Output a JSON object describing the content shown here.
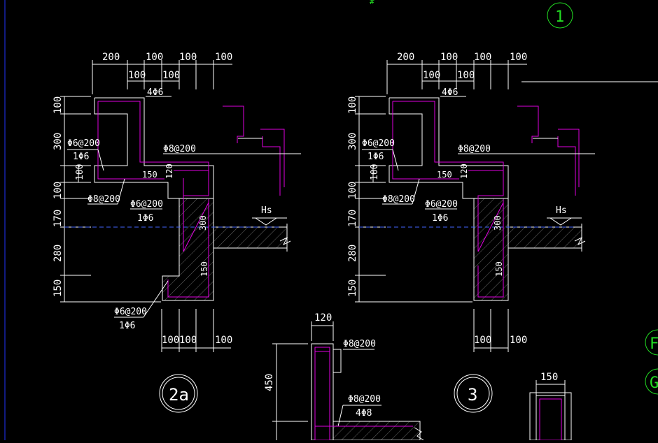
{
  "colors": {
    "background": "#000000",
    "lines": "#ffffff",
    "rebar": "#e000e0",
    "tag": "#22dd22",
    "axis": "#2233ff"
  },
  "top_mark": "#",
  "axis_tag": "1",
  "right_tags": [
    "F",
    "G"
  ],
  "detail_a": {
    "tag": "2a",
    "top_dims": [
      "200",
      "100",
      "100",
      "100"
    ],
    "top_dims2": [
      "100",
      "100"
    ],
    "left_dims": [
      "100",
      "300",
      "100",
      "170",
      "280",
      "150"
    ],
    "bottom_dims": [
      "100",
      "100",
      "100"
    ],
    "labels": {
      "four_phi6": "4Φ6",
      "phi6_200_a": "Φ6@200",
      "one_phi6_a": "1Φ6",
      "dim100": "100",
      "phi8_200_a": "Φ8@200",
      "d150": "150",
      "d120": "120",
      "phi8_200_b": "Φ8@200",
      "phi6_200_b": "Φ6@200",
      "one_phi6_b": "1Φ6",
      "hs": "Hs",
      "d300": "300",
      "d150b": "150",
      "phi6_200_c": "Φ6@200",
      "one_phi6_c": "1Φ6"
    }
  },
  "detail_b": {
    "tag": "3",
    "top_dims": [
      "200",
      "100",
      "100",
      "100"
    ],
    "top_dims2": [
      "100",
      "100"
    ],
    "left_dims": [
      "100",
      "300",
      "100",
      "170",
      "280",
      "150"
    ],
    "bottom_dims": [
      "100",
      "100"
    ],
    "labels": {
      "four_phi6": "4Φ6",
      "phi6_200_a": "Φ6@200",
      "one_phi6_a": "1Φ6",
      "dim100": "100",
      "phi8_200_a": "Φ8@200",
      "d150": "150",
      "d120": "120",
      "phi8_200_b": "Φ8@200",
      "phi6_200_b": "Φ6@200",
      "one_phi6_b": "1Φ6",
      "hs": "Hs",
      "d300": "300",
      "d150b": "150"
    }
  },
  "detail_c": {
    "top_dim": "120",
    "left_dim": "450",
    "phi8_200_a": "Φ8@200",
    "phi8_200_b": "Φ8@200",
    "four_phi8": "4Φ8"
  },
  "detail_d": {
    "top_dim": "150"
  }
}
